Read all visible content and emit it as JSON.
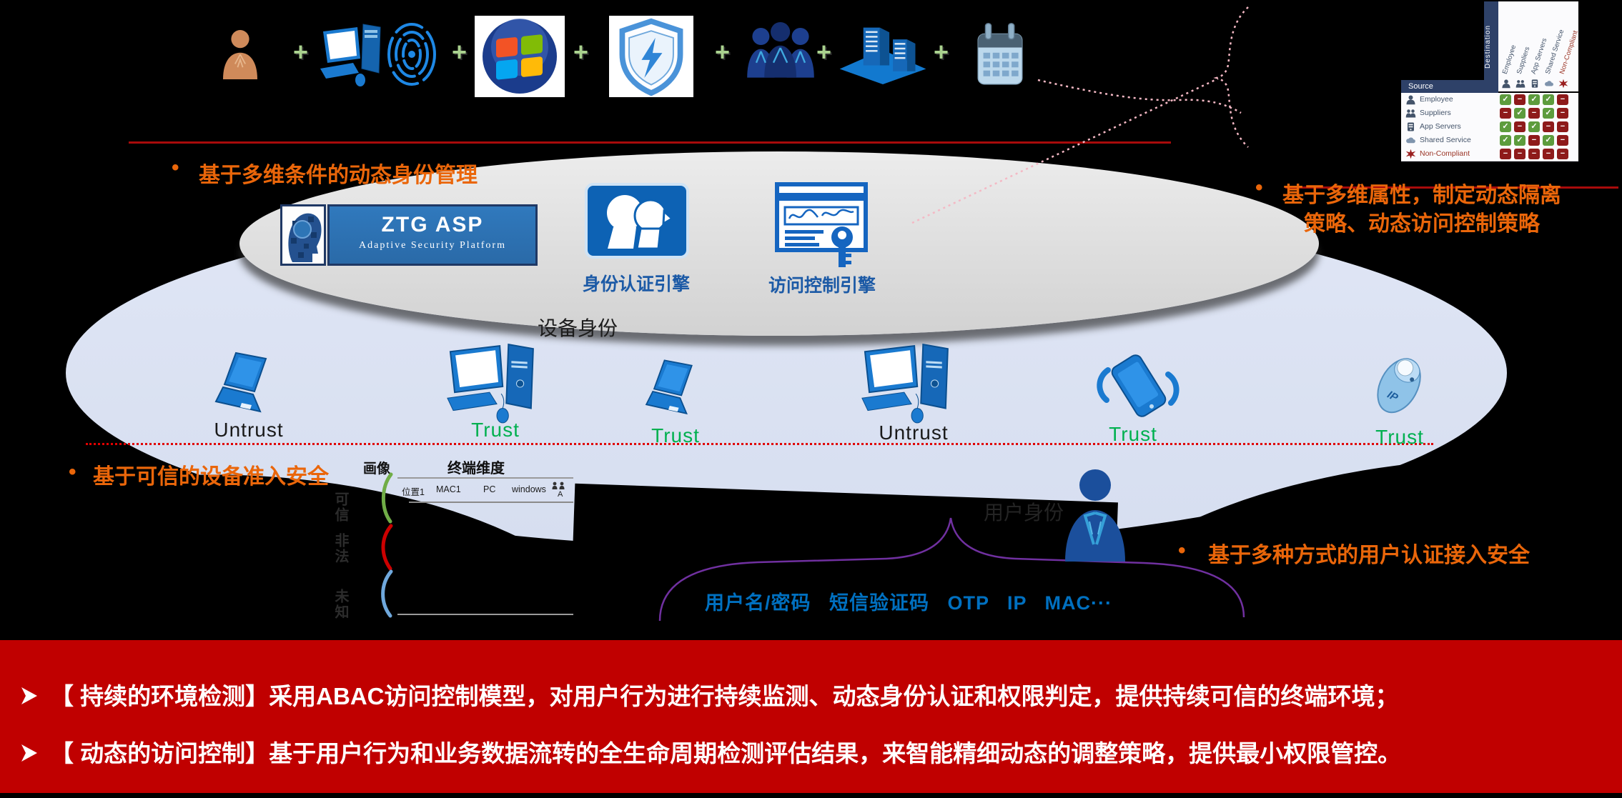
{
  "top_formula": {
    "plus": "+",
    "icons": [
      {
        "name": "user"
      },
      {
        "name": "computer-fingerprint"
      },
      {
        "name": "windows"
      },
      {
        "name": "security-shield"
      },
      {
        "name": "user-group"
      },
      {
        "name": "buildings"
      },
      {
        "name": "calendar"
      }
    ]
  },
  "policy_matrix": {
    "source_label": "Source",
    "destination_label": "Destination",
    "allow_color": "#5d9c3d",
    "deny_color": "#8e1a1a",
    "columns": [
      {
        "label": "Employee"
      },
      {
        "label": "Suppliers"
      },
      {
        "label": "App Servers"
      },
      {
        "label": "Shared Service"
      },
      {
        "label": "Non-Compliant",
        "color": "#9a3324"
      }
    ],
    "rows": [
      {
        "label": "Employee",
        "cells": [
          "✓",
          "−",
          "✓",
          "✓",
          "−"
        ]
      },
      {
        "label": "Suppliers",
        "cells": [
          "−",
          "✓",
          "−",
          "✓",
          "−"
        ]
      },
      {
        "label": "App Servers",
        "cells": [
          "✓",
          "−",
          "✓",
          "−",
          "−"
        ]
      },
      {
        "label": "Shared Service",
        "cells": [
          "✓",
          "✓",
          "−",
          "✓",
          "−"
        ]
      },
      {
        "label": "Non-Compliant",
        "color": "#9a3324",
        "cells": [
          "−",
          "−",
          "−",
          "−",
          "−"
        ]
      }
    ]
  },
  "annotations": {
    "bullet": "•",
    "identity_management": "基于多维条件的动态身份管理",
    "policy_line1": "基于多维属性，制定动态隔离",
    "policy_line2": "策略、动态访问控制策略",
    "device_admission": "基于可信的设备准入安全",
    "user_auth": "基于多种方式的用户认证接入安全"
  },
  "platform": {
    "title": "ZTG ASP",
    "subtitle": "Adaptive Security Platform"
  },
  "engines": [
    {
      "label": "身份认证引擎"
    },
    {
      "label": "访问控制引擎"
    }
  ],
  "zones": {
    "device_identity": "设备身份",
    "user_identity": "用户身份"
  },
  "devices": [
    {
      "type": "laptop",
      "label": "Untrust",
      "color": "#1a1a1a"
    },
    {
      "type": "desktop",
      "label": "Trust",
      "color": "#00b050"
    },
    {
      "type": "laptop",
      "label": "Trust",
      "color": "#00b050"
    },
    {
      "type": "desktop",
      "label": "Untrust",
      "color": "#1a1a1a"
    },
    {
      "type": "mobile",
      "label": "Trust",
      "color": "#00b050"
    },
    {
      "type": "ip-phone",
      "label": "Trust",
      "color": "#00b050",
      "badge": "IP"
    }
  ],
  "profile_table": {
    "portrait_label": "画像",
    "header": "终端维度",
    "row": {
      "c1": "位置1",
      "c2": "MAC1",
      "c3": "PC",
      "c4": "windows",
      "c5": "A"
    },
    "states": [
      {
        "label": "可信",
        "color": "#70ad47"
      },
      {
        "label": "非法",
        "color": "#cc0000"
      },
      {
        "label": "未知",
        "color": "#6fa8dc"
      }
    ]
  },
  "auth_methods": "用户名/密码   短信验证码   OTP   IP   MAC···",
  "banner": {
    "line1": "【 持续的环境检测】采用ABAC访问控制模型，对用户行为进行持续监测、动态身份认证和权限判定，提供持续可信的终端环境；",
    "line2": "【 动态的访问控制】基于用户行为和业务数据流转的全生命周期检测评估结果，来智能精细动态的调整策略，提供最小权限管控。"
  }
}
